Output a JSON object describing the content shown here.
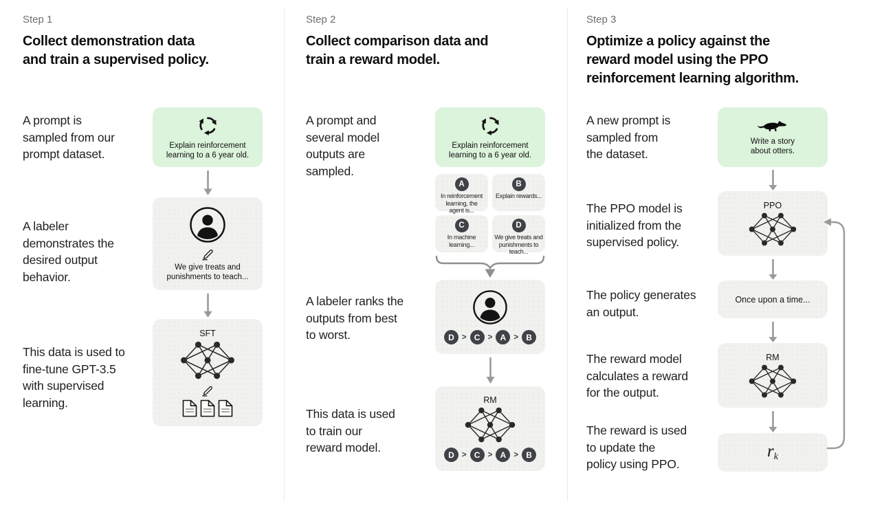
{
  "page": {
    "background": "#ffffff"
  },
  "colors": {
    "prompt_box_green": "#dcf3dc",
    "model_box_gray": "#f1f1ef",
    "arrow_gray": "#9a9a9a",
    "badge_dark": "#3f4247",
    "step_label_gray": "#6e6e6e",
    "text_black": "#161616"
  },
  "ranking": {
    "order": [
      "D",
      "C",
      "A",
      "B"
    ],
    "separator": ">"
  },
  "steps": [
    {
      "label": "Step 1",
      "title": "Collect demonstration data\nand train a supervised policy.",
      "annotations": {
        "prompt": "A prompt is\nsampled from our\nprompt dataset.",
        "labeler": "A labeler\ndemonstrates the\ndesired output\nbehavior.",
        "finetune": "This data is used to\nfine-tune GPT-3.5\nwith supervised\nlearning."
      },
      "prompt_box": {
        "icon": "cycle-icon",
        "text": "Explain reinforcement\nlearning to a 6 year old."
      },
      "labeler_box": {
        "icons": [
          "person-icon",
          "pencil-icon"
        ],
        "text": "We give treats and\npunishments to teach..."
      },
      "model_box": {
        "label": "SFT",
        "icons": [
          "network-icon",
          "pencil-icon",
          "documents-icon"
        ]
      }
    },
    {
      "label": "Step 2",
      "title": "Collect comparison data and\ntrain a reward model.",
      "annotations": {
        "prompt": "A prompt and\nseveral model\noutputs are\nsampled.",
        "ranking": "A labeler ranks the\noutputs from best\nto worst.",
        "training": "This data is used\nto train our\nreward model."
      },
      "prompt_box": {
        "icon": "cycle-icon",
        "text": "Explain reinforcement\nlearning to a 6 year old."
      },
      "outputs": [
        {
          "letter": "A",
          "text": "In reinforcement\nlearning, the\nagent is..."
        },
        {
          "letter": "B",
          "text": "Explain rewards..."
        },
        {
          "letter": "C",
          "text": "In machine\nlearning..."
        },
        {
          "letter": "D",
          "text": "We give treats and\npunishments to\nteach..."
        }
      ],
      "labeler_box": {
        "icon": "person-icon"
      },
      "model_box": {
        "label": "RM",
        "icon": "network-icon"
      }
    },
    {
      "label": "Step 3",
      "title": "Optimize a policy against the\nreward model using the PPO\nreinforcement learning algorithm.",
      "annotations": {
        "prompt": "A new prompt is\nsampled from\nthe dataset.",
        "init": "The PPO model is\ninitialized from the\nsupervised policy.",
        "output": "The policy generates\nan output.",
        "reward": "The reward model\ncalculates a reward\nfor the output.",
        "update": "The reward is used\nto update the\npolicy using PPO."
      },
      "prompt_box": {
        "icon": "otter-icon",
        "text": "Write a story\nabout otters."
      },
      "ppo_box": {
        "label": "PPO",
        "icon": "network-icon"
      },
      "output_box": {
        "text": "Once upon a time..."
      },
      "rm_box": {
        "label": "RM",
        "icon": "network-icon"
      },
      "reward_box": {
        "base": "r",
        "sub": "k"
      }
    }
  ]
}
